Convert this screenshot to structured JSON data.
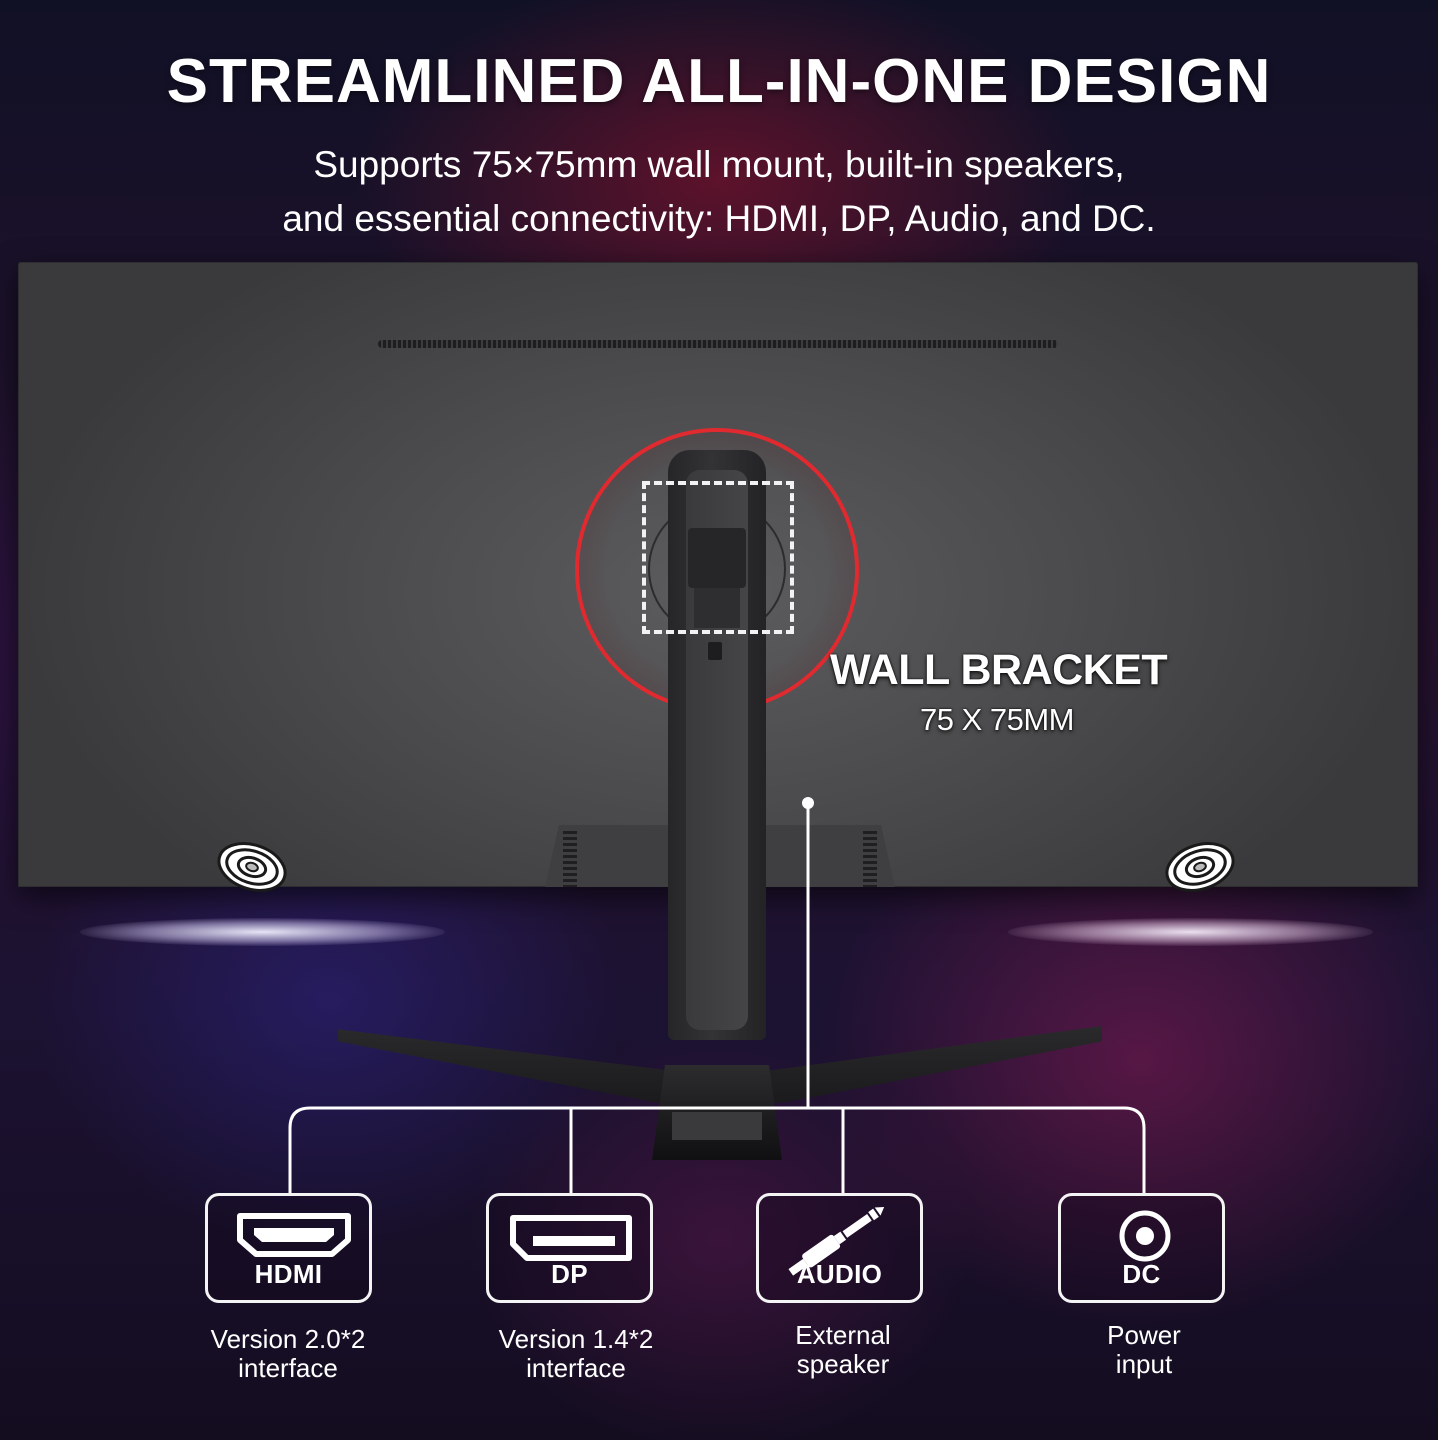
{
  "header": {
    "title": "STREAMLINED ALL-IN-ONE DESIGN",
    "subtitle_line1": "Supports 75×75mm wall mount, built-in speakers,",
    "subtitle_line2": "and essential connectivity: HDMI, DP, Audio, and DC."
  },
  "callout": {
    "title": "WALL BRACKET",
    "size": "75 X 75MM"
  },
  "ports": [
    {
      "label": "HDMI",
      "desc_line1": "Version 2.0*2",
      "desc_line2": "interface",
      "icon": "hdmi-port-icon"
    },
    {
      "label": "DP",
      "desc_line1": "Version 1.4*2",
      "desc_line2": "interface",
      "icon": "displayport-icon"
    },
    {
      "label": "AUDIO",
      "desc_line1": "External",
      "desc_line2": "speaker",
      "icon": "audio-jack-icon"
    },
    {
      "label": "DC",
      "desc_line1": "Power",
      "desc_line2": "input",
      "icon": "dc-power-icon"
    }
  ],
  "colors": {
    "ring": "#e02a2f",
    "accent": "#ffffff",
    "monitor": "#4a4a4c"
  }
}
